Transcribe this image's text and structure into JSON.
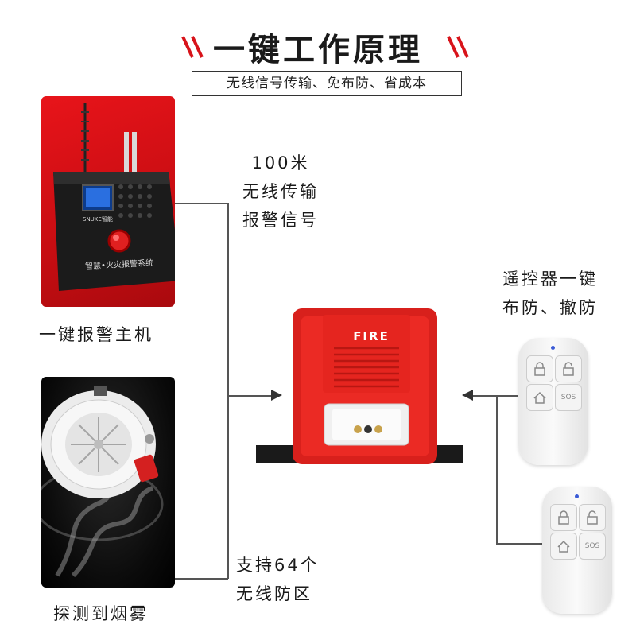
{
  "header": {
    "title": "一键工作原理",
    "subtitle": "无线信号传输、免布防、省成本"
  },
  "host": {
    "caption": "一键报警主机",
    "brand": "SNUKE智能",
    "panel_text": "智慧•火灾报警系统"
  },
  "detector": {
    "caption": "探测到烟雾"
  },
  "siren": {
    "label": "FIRE"
  },
  "notes": {
    "transmit_line1": "100米",
    "transmit_line2": "无线传输",
    "transmit_line3": "报警信号",
    "zones_line1": "支持64个",
    "zones_line2": "无线防区",
    "remote_line1": "遥控器一键",
    "remote_line2": "布防、撤防"
  },
  "remote": {
    "sos_label": "SOS"
  },
  "colors": {
    "accent_red": "#d8131a",
    "siren_red": "#e8231e",
    "line": "#555555"
  }
}
